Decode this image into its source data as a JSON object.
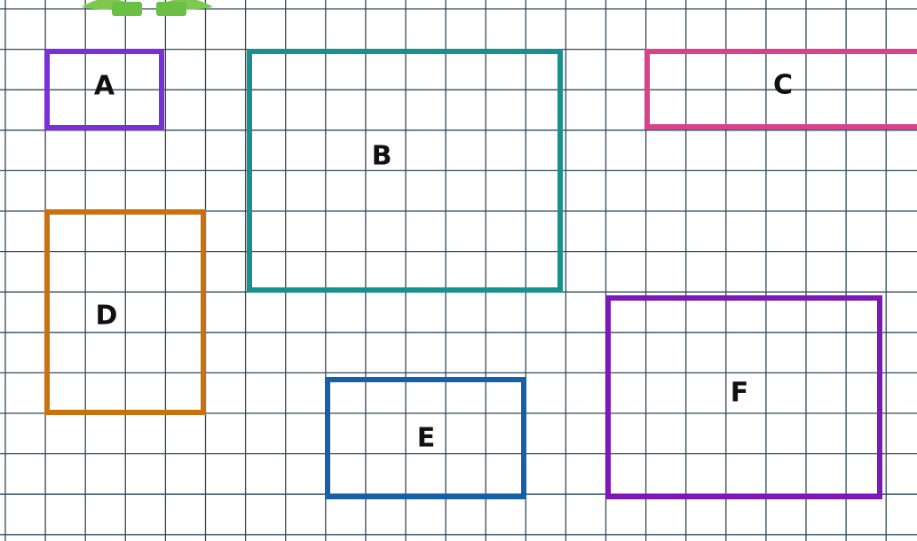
{
  "diagram": {
    "grid": {
      "columns": 22.5,
      "rows": 13.5,
      "line_color": "#2f4a5e",
      "background": "#ffffff"
    },
    "decoration": {
      "icon": "leaf-sprout-icon",
      "color": "#7ec850"
    },
    "rectangles": [
      {
        "id": "a",
        "label": "A",
        "color": "#7b2fd9"
      },
      {
        "id": "b",
        "label": "B",
        "color": "#1a8f8f"
      },
      {
        "id": "c",
        "label": "C",
        "color": "#d9418a"
      },
      {
        "id": "d",
        "label": "D",
        "color": "#c9700f"
      },
      {
        "id": "e",
        "label": "E",
        "color": "#1560a8"
      },
      {
        "id": "f",
        "label": "F",
        "color": "#7d18b8"
      }
    ]
  }
}
